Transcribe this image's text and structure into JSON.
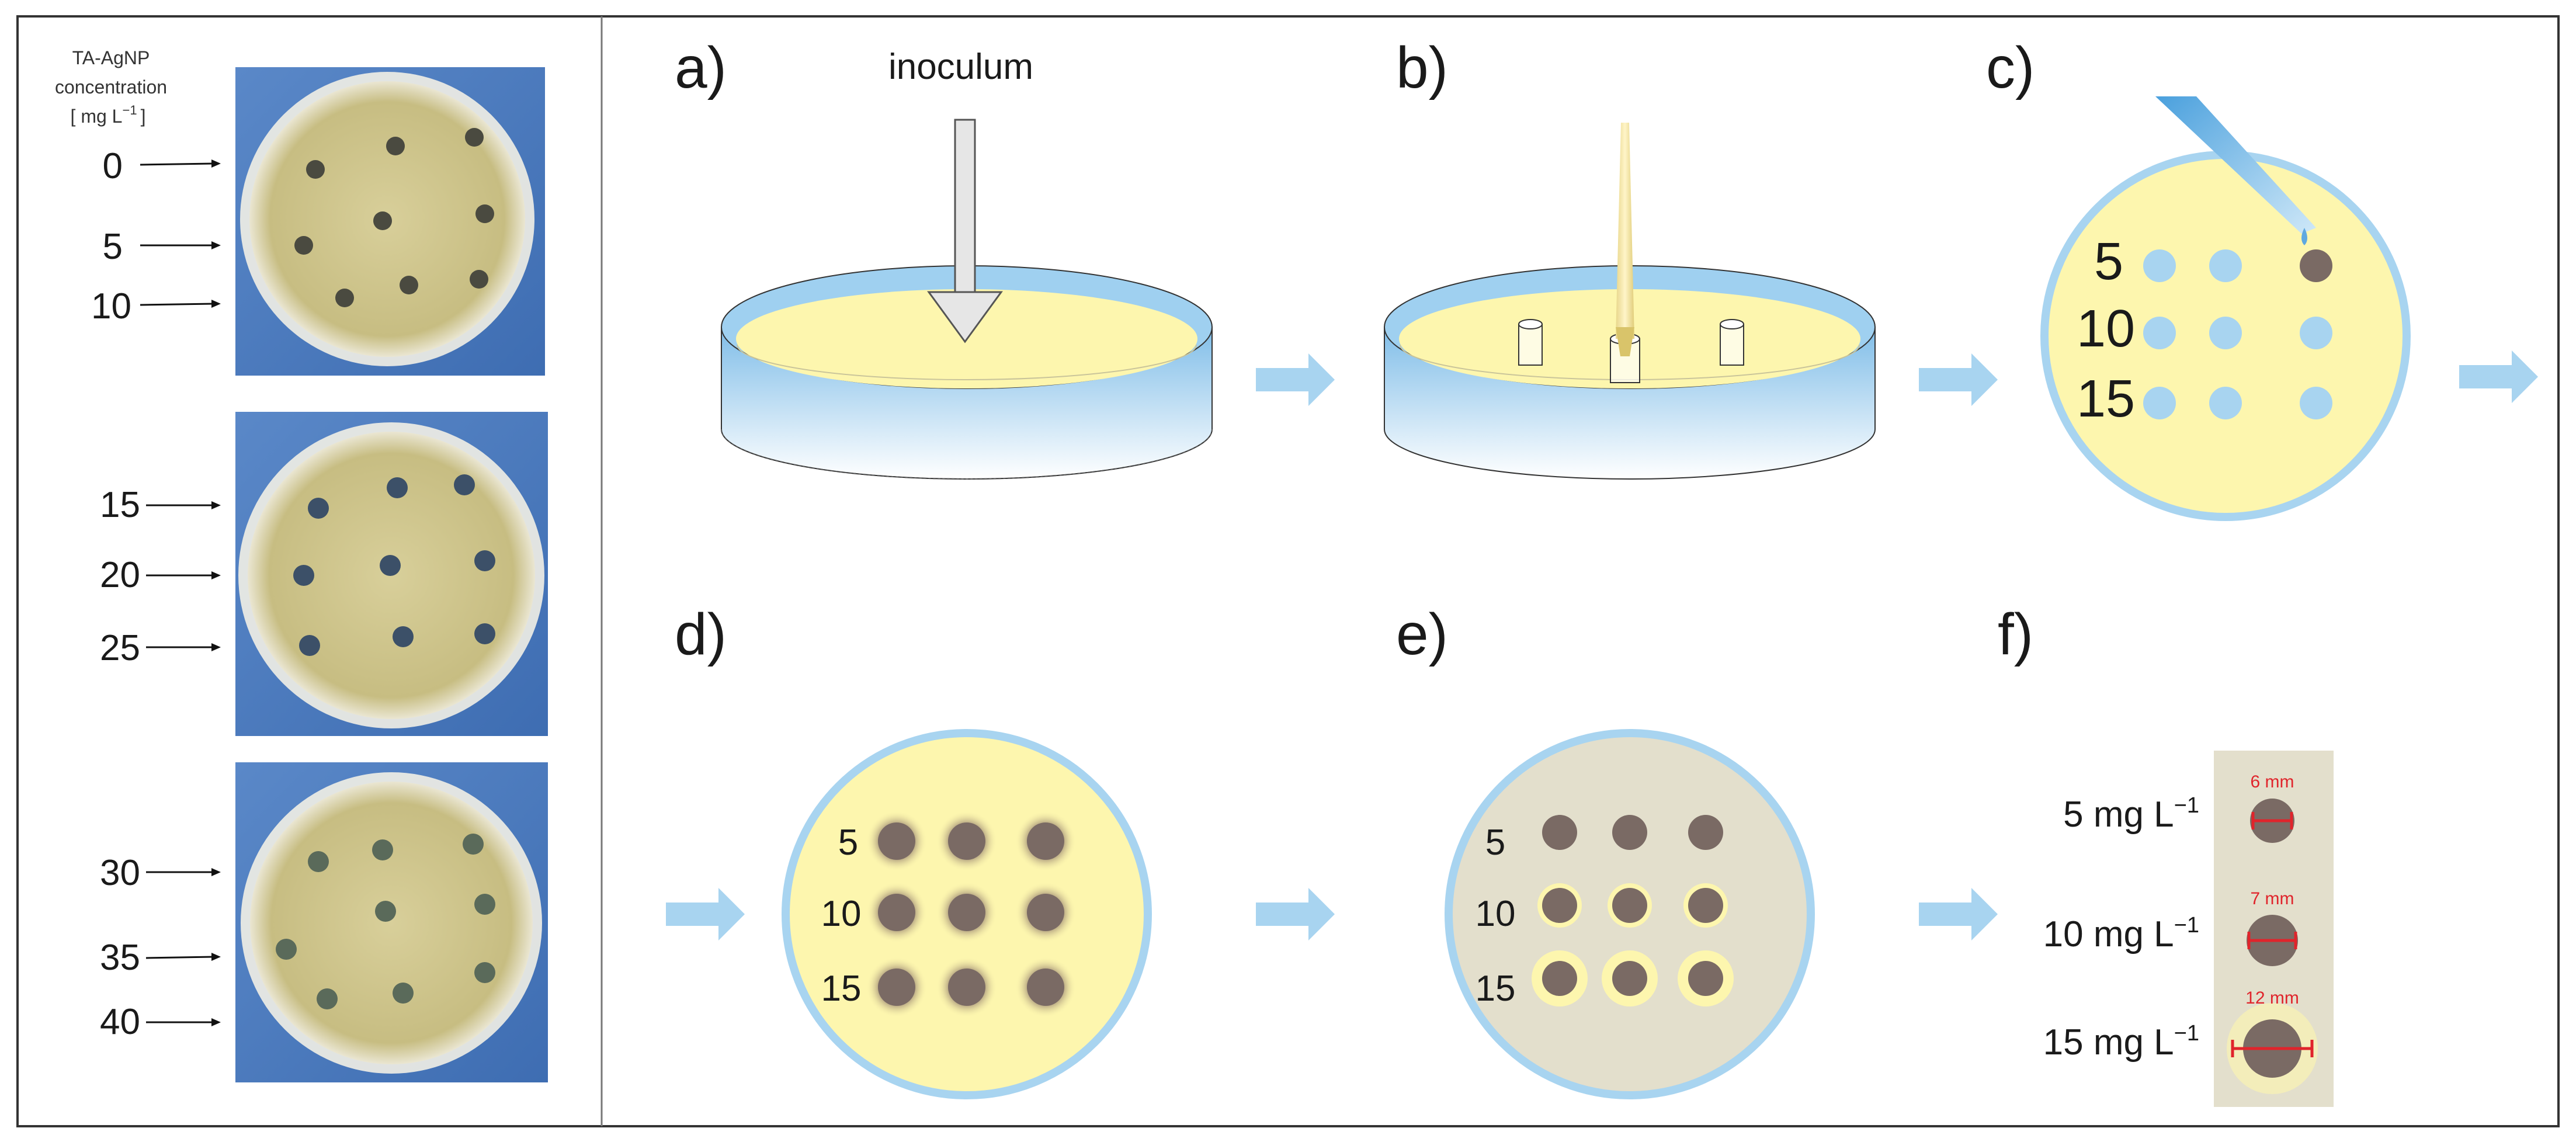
{
  "photo_panel": {
    "legend_line1": "TA-AgNP",
    "legend_line2": "concentration",
    "legend_line3": "[ mg L",
    "legend_exp": "−1",
    "legend_close": "]",
    "plate1_labels": [
      "0",
      "5",
      "10"
    ],
    "plate2_labels": [
      "15",
      "20",
      "25"
    ],
    "plate3_labels": [
      "30",
      "35",
      "40"
    ]
  },
  "steps": {
    "a": "a)",
    "b": "b)",
    "c": "c)",
    "d": "d)",
    "e": "e)",
    "f": "f)",
    "inoculum": "inoculum"
  },
  "well_rows": [
    "5",
    "10",
    "15"
  ],
  "result_panel": {
    "rows": [
      {
        "label": "5 mg L",
        "exp": "−1",
        "zone": "6 mm"
      },
      {
        "label": "10 mg L",
        "exp": "−1",
        "zone": "7 mm"
      },
      {
        "label": "15 mg L",
        "exp": "−1",
        "zone": "12 mm"
      }
    ]
  },
  "colors": {
    "dish_blue": "#a8d4f0",
    "agar_yellow": "#fdf6ae",
    "well_brown": "#7a6a64",
    "measure_red": "#e0242b",
    "arrow_blue": "#a8d4f0"
  }
}
